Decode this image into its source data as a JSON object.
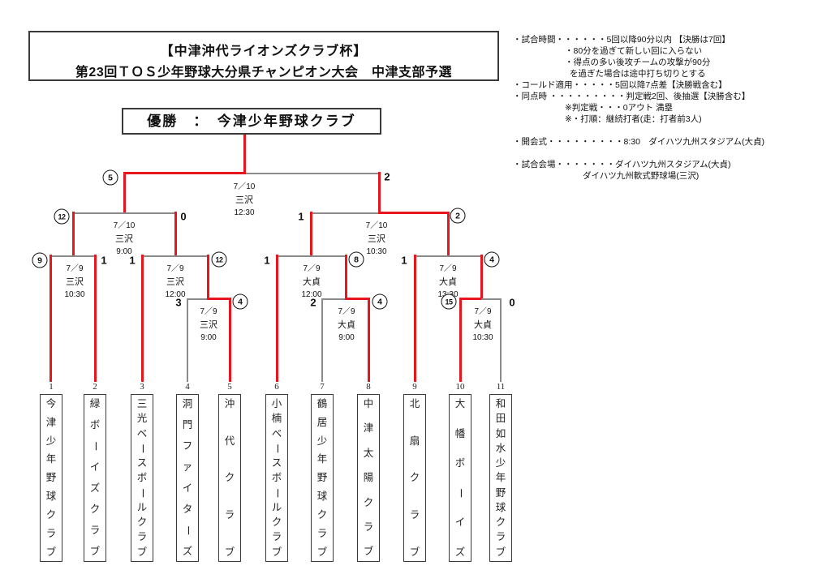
{
  "title": {
    "line1": "【中津沖代ライオンズクラブ杯】",
    "line2": "第23回ＴＯＳ少年野球大分県チャンピオン大会　中津支部予選"
  },
  "champion": {
    "text": "優勝　：　今津少年野球クラブ"
  },
  "notes": [
    {
      "text": "・試合時間・・・・・・5回以降90分以内 【決勝は7回】",
      "indent": 0,
      "gap": false
    },
    {
      "text": "・80分を過ぎて新しい回に入らない",
      "indent": 1,
      "gap": false
    },
    {
      "text": "・得点の多い後攻チームの攻撃が90分",
      "indent": 1,
      "gap": false
    },
    {
      "text": "を過ぎた場合は途中打ち切りとする",
      "indent": 2,
      "gap": false
    },
    {
      "text": "・コールド適用・・・・・5回以降7点差【決勝戦含む】",
      "indent": 0,
      "gap": false
    },
    {
      "text": "・同点時 ・・・・・・・・・判定戦2回、後抽選【決勝含む】",
      "indent": 0,
      "gap": false
    },
    {
      "text": "※判定戦・・・0アウト 満塁",
      "indent": 1,
      "gap": false
    },
    {
      "text": "※・打順：継続打者(走：打者前3人)",
      "indent": 1,
      "gap": false
    },
    {
      "text": "・開会式・・・・・・・・・8:30　ダイハツ九州スタジアム(大貞)",
      "indent": 0,
      "gap": true
    },
    {
      "text": "・試合会場・・・・・・・ダイハツ九州スタジアム(大貞)",
      "indent": 0,
      "gap": true
    },
    {
      "text": "ダイハツ九州軟式野球場(三沢)",
      "indent": 3,
      "gap": false
    }
  ],
  "games": {
    "final": {
      "date": "7／10",
      "venue": "三沢",
      "time": "12:30",
      "left_score": "5",
      "left_circled": true,
      "right_score": "2",
      "right_circled": false
    },
    "sf1": {
      "date": "7／10",
      "venue": "三沢",
      "time": "9:00",
      "left_score": "12",
      "left_circled": true,
      "right_score": "0",
      "right_circled": false
    },
    "sf2": {
      "date": "7／10",
      "venue": "三沢",
      "time": "10:30",
      "left_score": "1",
      "left_circled": false,
      "right_score": "2",
      "right_circled": true
    },
    "qf1": {
      "date": "7／9",
      "venue": "三沢",
      "time": "10:30",
      "left_score": "9",
      "left_circled": true,
      "right_score": "1",
      "right_circled": false
    },
    "qf2": {
      "date": "7／9",
      "venue": "三沢",
      "time": "12:00",
      "left_score": "1",
      "left_circled": false,
      "right_score": "12",
      "right_circled": true
    },
    "qf3": {
      "date": "7／9",
      "venue": "大貞",
      "time": "12:00",
      "left_score": "1",
      "left_circled": false,
      "right_score": "8",
      "right_circled": true
    },
    "qf4": {
      "date": "7／9",
      "venue": "大貞",
      "time": "13:30",
      "left_score": "1",
      "left_circled": false,
      "right_score": "4",
      "right_circled": true
    },
    "r1a": {
      "date": "7／9",
      "venue": "三沢",
      "time": "9:00",
      "left_score": "3",
      "left_circled": false,
      "right_score": "4",
      "right_circled": true
    },
    "r1b": {
      "date": "7／9",
      "venue": "大貞",
      "time": "9:00",
      "left_score": "2",
      "left_circled": false,
      "right_score": "4",
      "right_circled": true
    },
    "r1c": {
      "date": "7／9",
      "venue": "大貞",
      "time": "10:30",
      "left_score": "15",
      "left_circled": true,
      "right_score": "0",
      "right_circled": false
    }
  },
  "teams": [
    {
      "no": "1",
      "name": "今津少年野球クラブ"
    },
    {
      "no": "2",
      "name": "緑ボーイズクラブ"
    },
    {
      "no": "3",
      "name": "三光ベースボールクラブ"
    },
    {
      "no": "4",
      "name": "洞門ファイターズ"
    },
    {
      "no": "5",
      "name": "沖代クラブ"
    },
    {
      "no": "6",
      "name": "小楠ベースボールクラブ"
    },
    {
      "no": "7",
      "name": "鶴居少年野球クラブ"
    },
    {
      "no": "8",
      "name": "中津太陽クラブ"
    },
    {
      "no": "9",
      "name": "北扇クラブ"
    },
    {
      "no": "10",
      "name": "大幡ボーイズ"
    },
    {
      "no": "11",
      "name": "和田如水少年野球クラブ"
    }
  ]
}
